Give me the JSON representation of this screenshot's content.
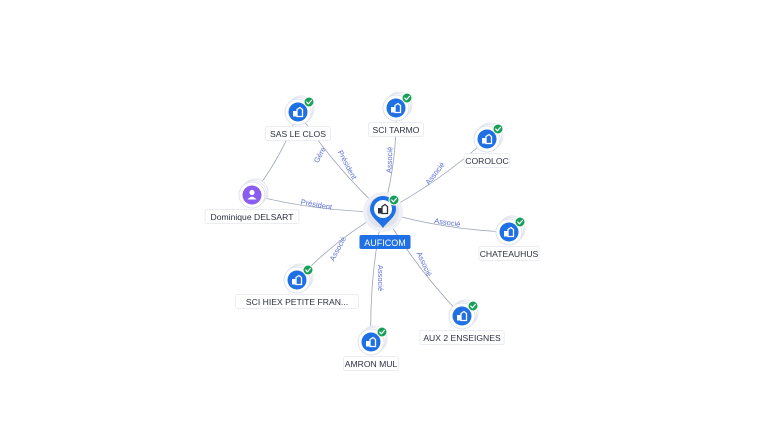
{
  "center": {
    "label": "AUFICOM",
    "icon": "company-icon",
    "verified": true
  },
  "nodes": [
    {
      "id": "sas-le-clos",
      "label": "SAS LE CLOS",
      "icon": "company-icon",
      "verified": true
    },
    {
      "id": "sci-tarmo",
      "label": "SCI TARMO",
      "icon": "company-icon",
      "verified": true
    },
    {
      "id": "coroloc",
      "label": "COROLOC",
      "icon": "company-icon",
      "verified": true
    },
    {
      "id": "chateauhus",
      "label": "CHATEAUHUS",
      "icon": "company-icon",
      "verified": true
    },
    {
      "id": "aux-2-enseignes",
      "label": "AUX 2 ENSEIGNES",
      "icon": "company-icon",
      "verified": true
    },
    {
      "id": "amron-mul",
      "label": "AMRON MUL",
      "icon": "company-icon",
      "verified": true
    },
    {
      "id": "sci-hiex",
      "label": "SCI HIEX PETITE FRAN...",
      "icon": "company-icon",
      "verified": true
    },
    {
      "id": "dominique-delsart",
      "label": "Dominique DELSART",
      "icon": "person-icon",
      "verified": false
    }
  ],
  "edges": [
    {
      "from": "dominique-delsart",
      "to": "sas-le-clos",
      "label": "Gère"
    },
    {
      "from": "sas-le-clos",
      "to": "center",
      "label": "Président"
    },
    {
      "from": "dominique-delsart",
      "to": "center",
      "label": "Président"
    },
    {
      "from": "center",
      "to": "sci-tarmo",
      "label": "Associé"
    },
    {
      "from": "center",
      "to": "coroloc",
      "label": "Associé"
    },
    {
      "from": "center",
      "to": "chateauhus",
      "label": "Associé"
    },
    {
      "from": "center",
      "to": "aux-2-enseignes",
      "label": "Associé"
    },
    {
      "from": "center",
      "to": "amron-mul",
      "label": "Associé"
    },
    {
      "from": "center",
      "to": "sci-hiex",
      "label": "Associé"
    }
  ],
  "colors": {
    "company_node": "#1f6fe5",
    "person_node": "#8a5cf0",
    "verified_badge": "#18a058",
    "edge": "#9aa3b5",
    "edge_label": "#5b6fd6",
    "center_label_bg": "#1f6fe5"
  }
}
